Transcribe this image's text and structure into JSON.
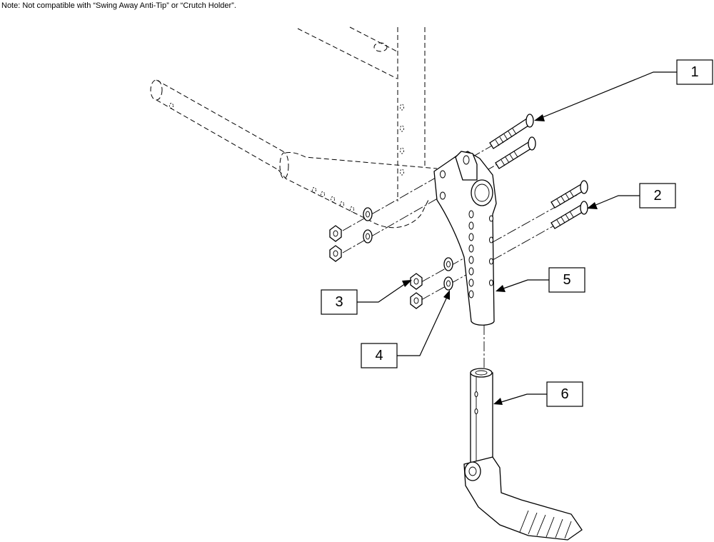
{
  "note": "Note: Not compatible with “Swing Away Anti-Tip” or “Crutch Holder”.",
  "callouts": [
    {
      "id": "1",
      "label": "1"
    },
    {
      "id": "2",
      "label": "2"
    },
    {
      "id": "3",
      "label": "3"
    },
    {
      "id": "4",
      "label": "4"
    },
    {
      "id": "5",
      "label": "5"
    },
    {
      "id": "6",
      "label": "6"
    }
  ]
}
